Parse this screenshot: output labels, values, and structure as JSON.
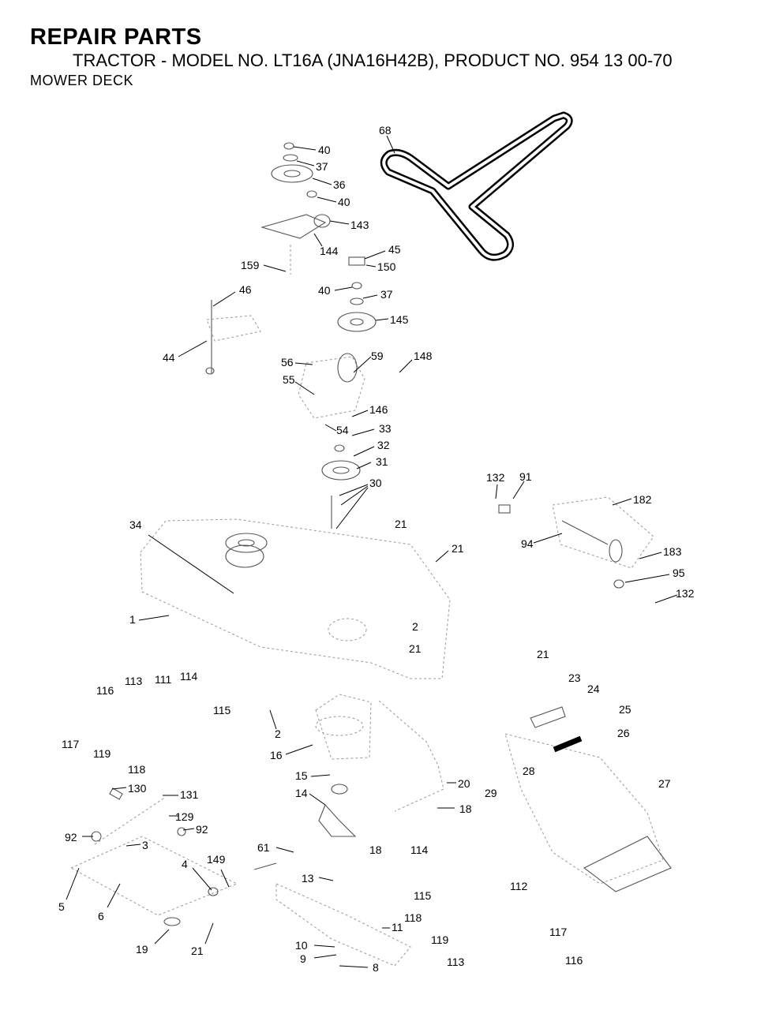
{
  "header": {
    "title": "REPAIR PARTS",
    "subtitle": "TRACTOR - MODEL NO. LT16A (JNA16H42B), PRODUCT NO. 954 13 00-70",
    "section": "MOWER DECK"
  },
  "callouts": [
    "40",
    "37",
    "36",
    "40",
    "143",
    "144",
    "159",
    "45",
    "150",
    "40",
    "37",
    "145",
    "46",
    "44",
    "56",
    "59",
    "148",
    "55",
    "146",
    "54",
    "33",
    "32",
    "31",
    "30",
    "132",
    "91",
    "182",
    "21",
    "34",
    "21",
    "94",
    "183",
    "95",
    "132",
    "1",
    "2",
    "21",
    "21",
    "23",
    "24",
    "25",
    "26",
    "116",
    "113",
    "111",
    "114",
    "115",
    "2",
    "117",
    "119",
    "118",
    "16",
    "15",
    "14",
    "130",
    "131",
    "129",
    "92",
    "92",
    "3",
    "5",
    "6",
    "4",
    "149",
    "61",
    "13",
    "19",
    "21",
    "20",
    "18",
    "18",
    "114",
    "28",
    "29",
    "27",
    "112",
    "115",
    "118",
    "11",
    "119",
    "10",
    "9",
    "8",
    "113",
    "117",
    "116",
    "68"
  ]
}
